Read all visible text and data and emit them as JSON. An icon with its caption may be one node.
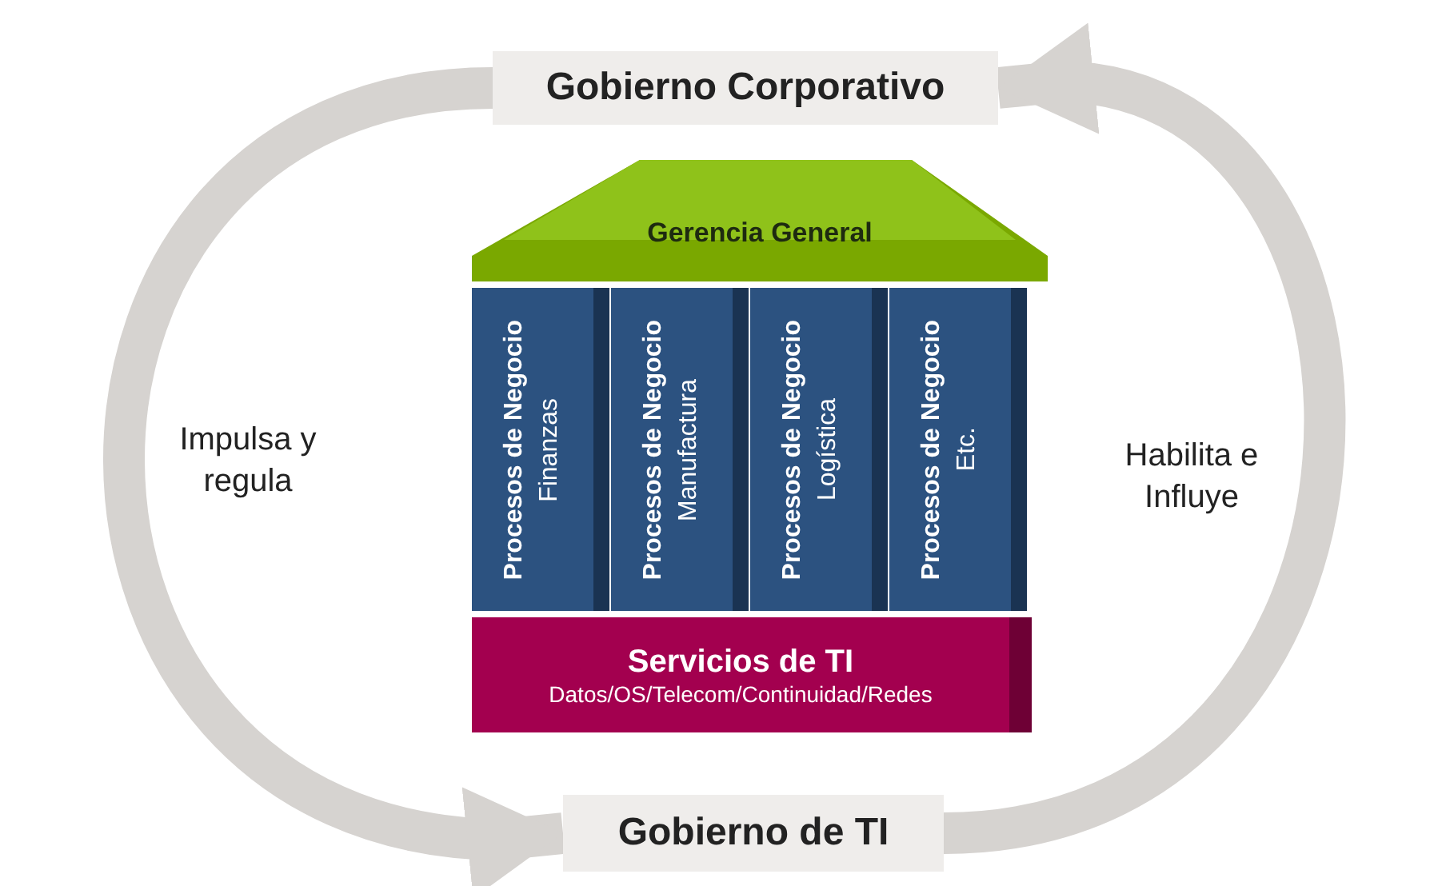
{
  "diagram": {
    "nodes": [
      {
        "text": [
          "Gobierno Corporativo"
        ]
      },
      {
        "text": [
          "Gerencia General"
        ]
      },
      {
        "text": [
          "Procesos de Negocio",
          "Finanzas"
        ]
      },
      {
        "text": [
          "Procesos de Negocio",
          "Manufactura"
        ]
      },
      {
        "text": [
          "Procesos de Negocio",
          "Logística"
        ]
      },
      {
        "text": [
          "Procesos de Negocio",
          "Etc."
        ]
      },
      {
        "text": [
          "Servicios de TI",
          "Datos/OS/Telecom/Continuidad/Redes"
        ]
      },
      {
        "text": [
          "Gobierno de TI"
        ]
      }
    ],
    "edges": [
      {
        "from": 0,
        "to": 7,
        "arrow": "to",
        "label": "Impulsa y regula"
      },
      {
        "from": 7,
        "to": 0,
        "arrow": "to",
        "label": "Habilita e Influye"
      }
    ]
  }
}
